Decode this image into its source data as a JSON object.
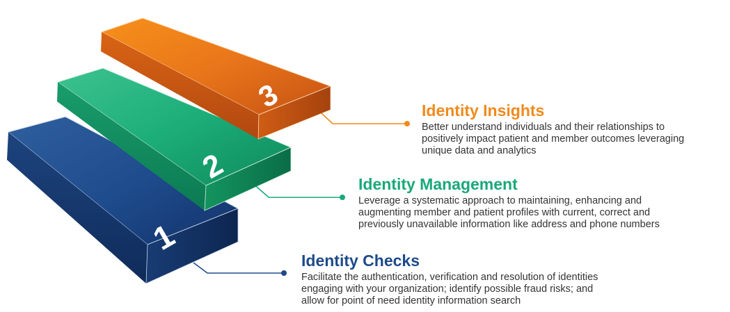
{
  "colors": {
    "insights": "#f08a1d",
    "management": "#1aa87a",
    "checks": "#1d4a8a",
    "body_text": "#333333"
  },
  "steps": [
    {
      "number": "1",
      "title": "Identity Checks",
      "description_lines": [
        "Facilitate the authentication, verification and resolution of identities",
        "engaging with your organization; identify possible fraud risks; and",
        "allow for point of need identity information search"
      ]
    },
    {
      "number": "2",
      "title": "Identity Management",
      "description_lines": [
        "Leverage a systematic approach to maintaining, enhancing and",
        "augmenting member and patient profiles with current, correct and",
        "previously unavailable information like address and phone numbers"
      ]
    },
    {
      "number": "3",
      "title": "Identity Insights",
      "description_lines": [
        "Better understand individuals and their relationships to",
        "positively impact patient and member outcomes leveraging",
        "unique data and analytics"
      ]
    }
  ]
}
